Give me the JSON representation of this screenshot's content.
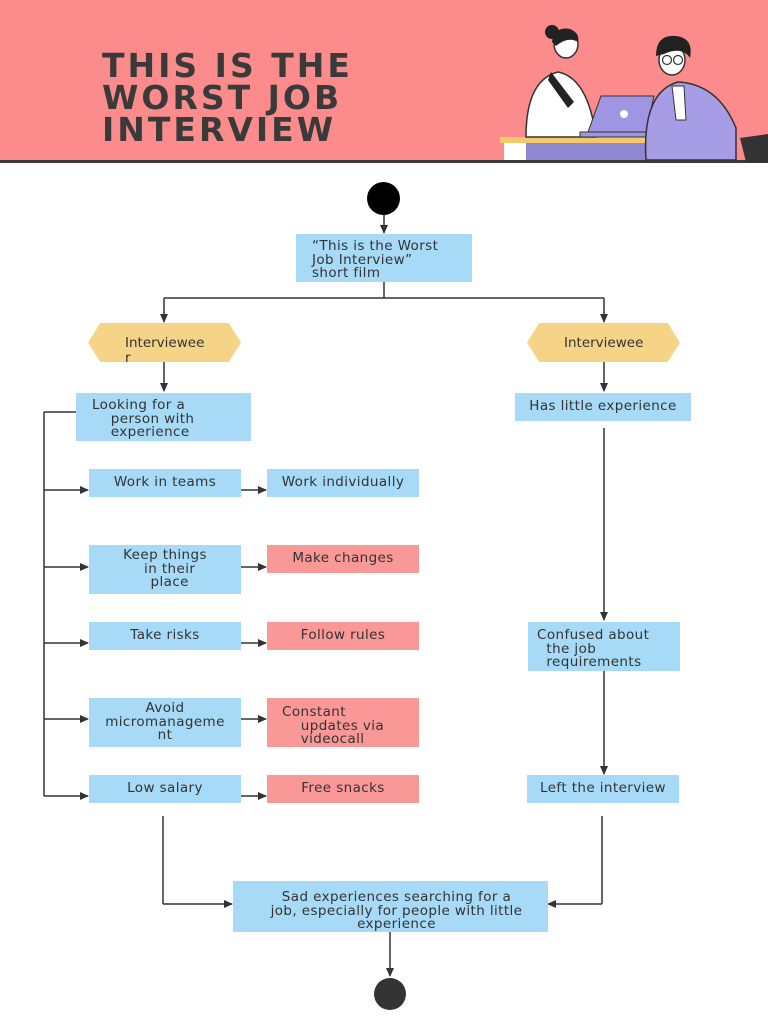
{
  "header": {
    "title_lines": [
      "THIS IS THE",
      "WORST JOB",
      "INTERVIEW"
    ]
  },
  "diagram": {
    "root": "“This is the Worst\nJob Interview”\nshort film",
    "interviewer": {
      "label": "Intervieweer",
      "need": "Looking for a\n    person with\n    experience",
      "left_items": [
        "Work in teams",
        "Keep things\n  in their\n  place",
        "Take risks",
        "Avoid\nmicromanageme\nnt",
        "Low salary"
      ],
      "right_items": [
        "Work individually",
        "Make changes",
        "Follow rules",
        "Constant\n    updates via\n    videocall",
        "Free snacks"
      ]
    },
    "interviewee": {
      "label": "Interviewee",
      "experience": "Has little experience",
      "confused": "Confused about\n  the job\n  requirements",
      "left": "Left the interview"
    },
    "result": "Sad experiences searching for a\njob, especially for people with little\nexperience"
  },
  "colors": {
    "header_bg": "#fc8c8c",
    "blue_box": "#a6daf7",
    "pink_box": "#fa9797",
    "hexagon": "#f5d487",
    "line": "#333333"
  }
}
